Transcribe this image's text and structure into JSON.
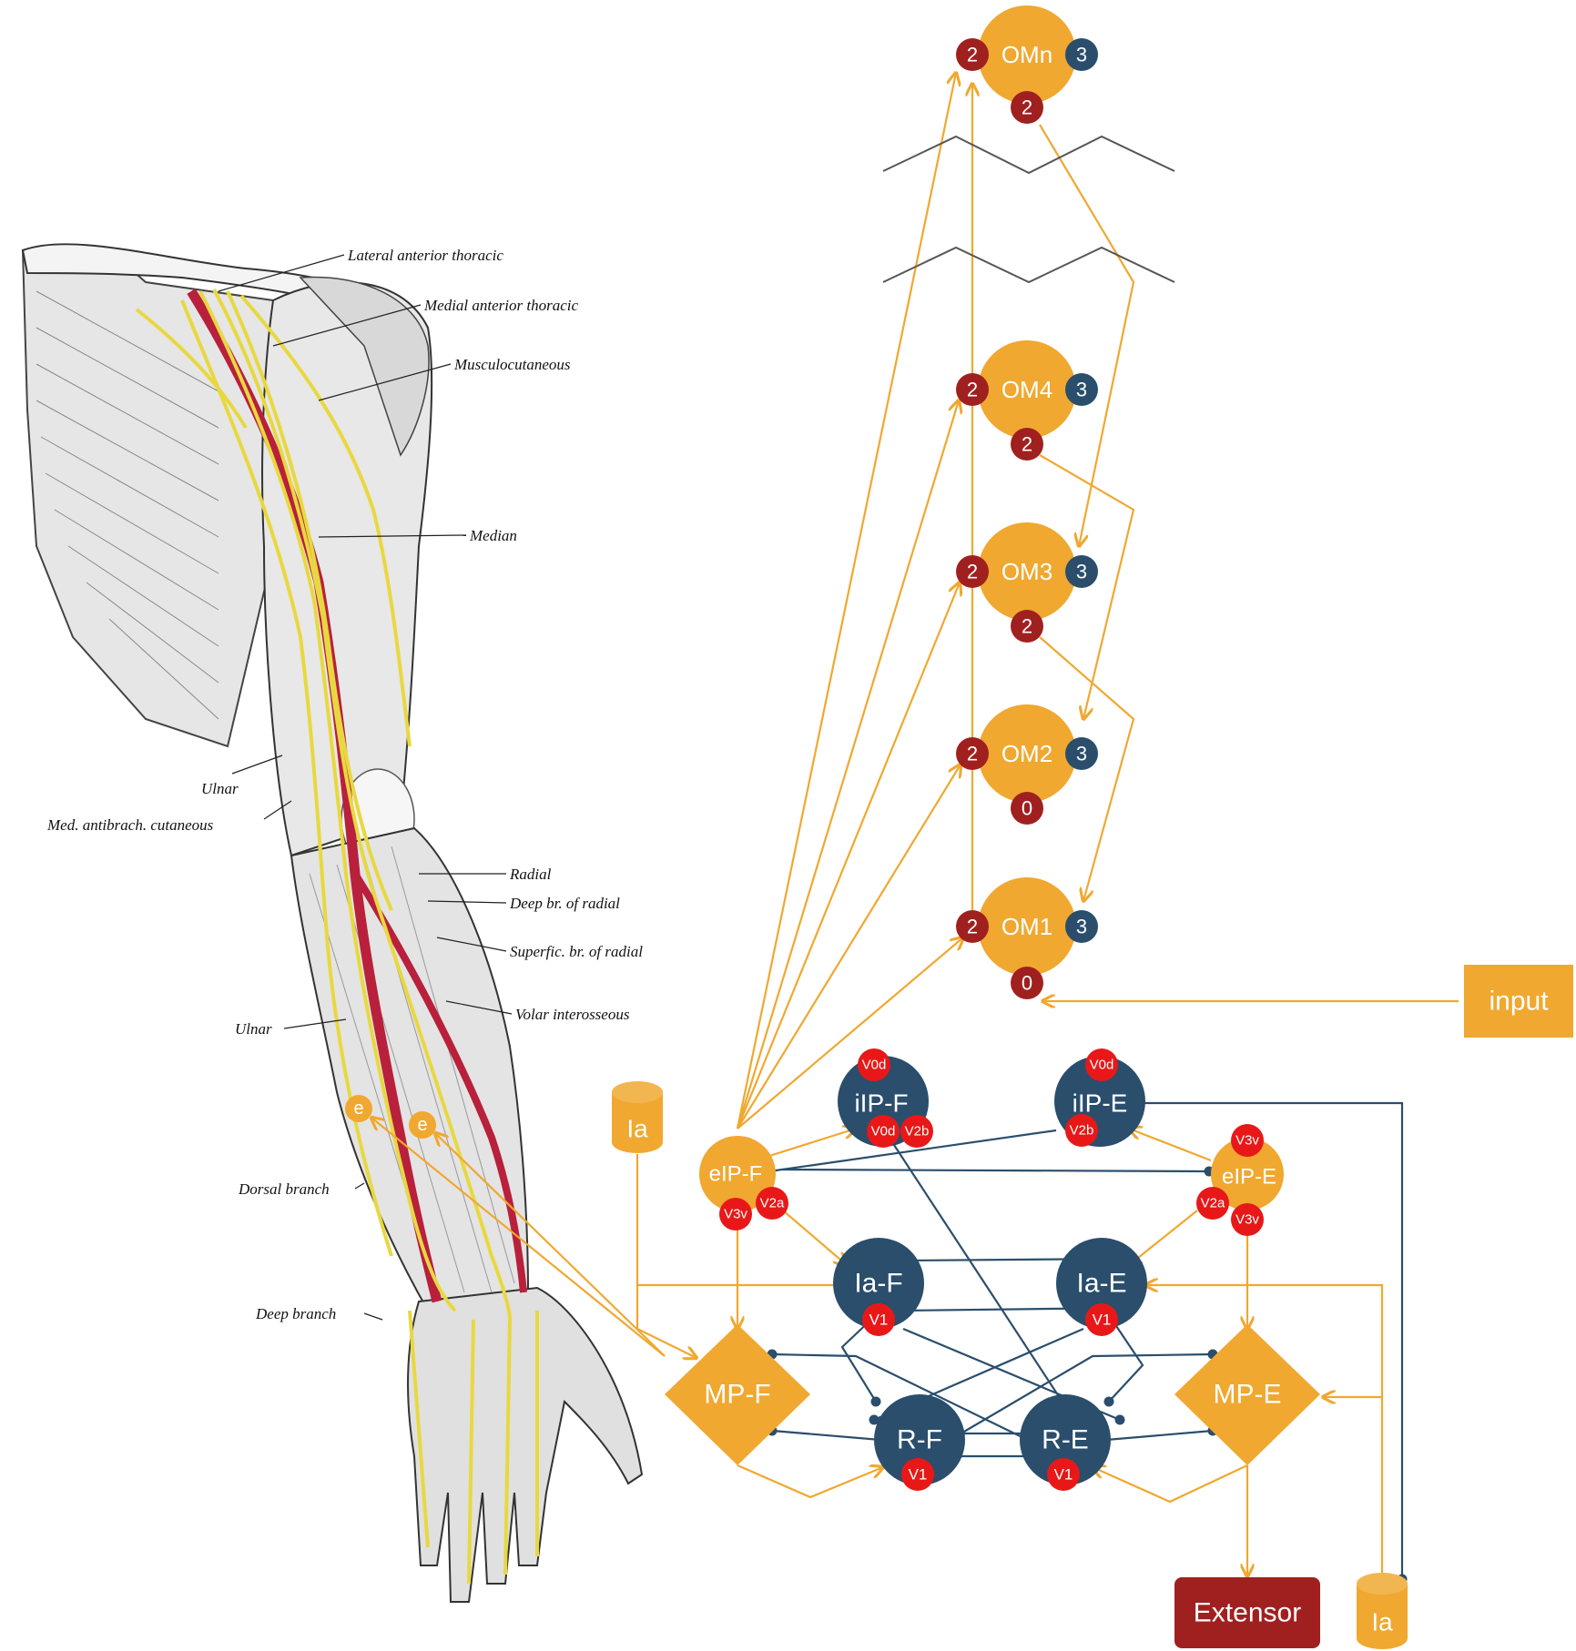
{
  "colors": {
    "orange": "#F0A830",
    "navy": "#2A4E6C",
    "darkred": "#A02020",
    "red": "#E81818",
    "gray": "#555555",
    "nerve": "#E8D840",
    "artery": "#B8203C"
  },
  "anatomy": {
    "labels": {
      "lateral_anterior_thoracic": "Lateral anterior thoracic",
      "medial_anterior_thoracic": "Medial anterior thoracic",
      "musculocutaneous": "Musculocutaneous",
      "median": "Median",
      "ulnar_upper": "Ulnar",
      "med_antibrach_cutaneous": "Med. antibrach. cutaneous",
      "radial": "Radial",
      "deep_br_radial": "Deep br. of radial",
      "superfic_br_radial": "Superfic. br. of radial",
      "volar_interosseous": "Volar interosseous",
      "ulnar_lower": "Ulnar",
      "dorsal_branch": "Dorsal branch",
      "deep_branch": "Deep branch"
    },
    "electrodes": [
      "e",
      "e"
    ]
  },
  "om_layers": [
    {
      "id": "omn",
      "label": "OMn",
      "left": "2",
      "right": "3",
      "bottom": "2"
    },
    {
      "id": "om4",
      "label": "OM4",
      "left": "2",
      "right": "3",
      "bottom": "2"
    },
    {
      "id": "om3",
      "label": "OM3",
      "left": "2",
      "right": "3",
      "bottom": "2"
    },
    {
      "id": "om2",
      "label": "OM2",
      "left": "2",
      "right": "3",
      "bottom": "0"
    },
    {
      "id": "om1",
      "label": "OM1",
      "left": "2",
      "right": "3",
      "bottom": "0"
    }
  ],
  "input_label": "input",
  "network": {
    "eIP_F": {
      "label": "eIP-F",
      "badges": [
        "V2a",
        "V3v"
      ]
    },
    "eIP_E": {
      "label": "eIP-E",
      "badges": [
        "V3v",
        "V2a",
        "V3v"
      ]
    },
    "iIP_F": {
      "label": "iIP-F",
      "badges": [
        "V0d",
        "V0d",
        "V2b"
      ]
    },
    "iIP_E": {
      "label": "iIP-E",
      "badges": [
        "V0d",
        "V2b"
      ]
    },
    "Ia_F": {
      "label": "Ia-F",
      "badge": "V1"
    },
    "Ia_E": {
      "label": "Ia-E",
      "badge": "V1"
    },
    "R_F": {
      "label": "R-F",
      "badge": "V1"
    },
    "R_E": {
      "label": "R-E",
      "badge": "V1"
    },
    "MP_F": {
      "label": "MP-F"
    },
    "MP_E": {
      "label": "MP-E"
    },
    "ia_left": "Ia",
    "ia_right": "Ia",
    "extensor": "Extensor"
  }
}
